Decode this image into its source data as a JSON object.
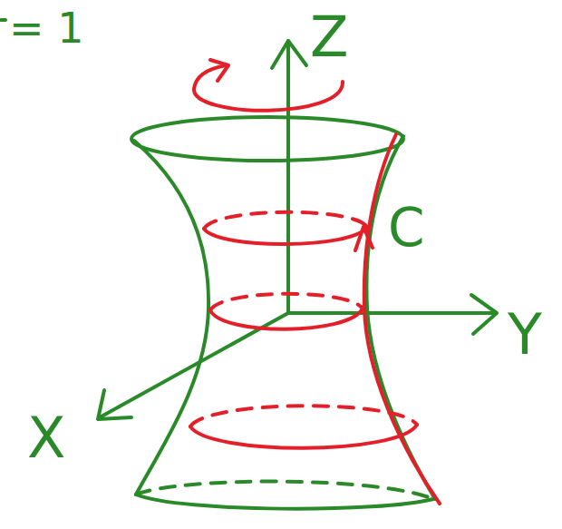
{
  "diagram": {
    "labels": [
      "= 1",
      "Z",
      "Y",
      "X",
      "C"
    ]
  }
}
